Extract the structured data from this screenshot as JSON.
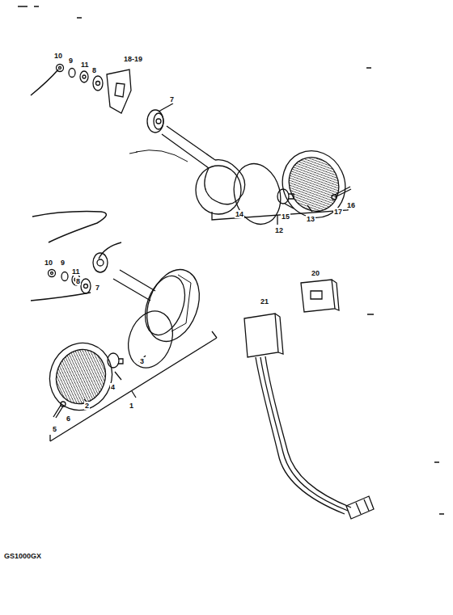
{
  "diagram": {
    "labels": [
      "10",
      "9",
      "11",
      "8",
      "18-19",
      "7",
      "14",
      "15",
      "13",
      "17",
      "16",
      "12",
      "10",
      "9",
      "11",
      "8",
      "7",
      "3",
      "4",
      "2",
      "1",
      "6",
      "5",
      "21",
      "20",
      "GS1000GX"
    ]
  }
}
